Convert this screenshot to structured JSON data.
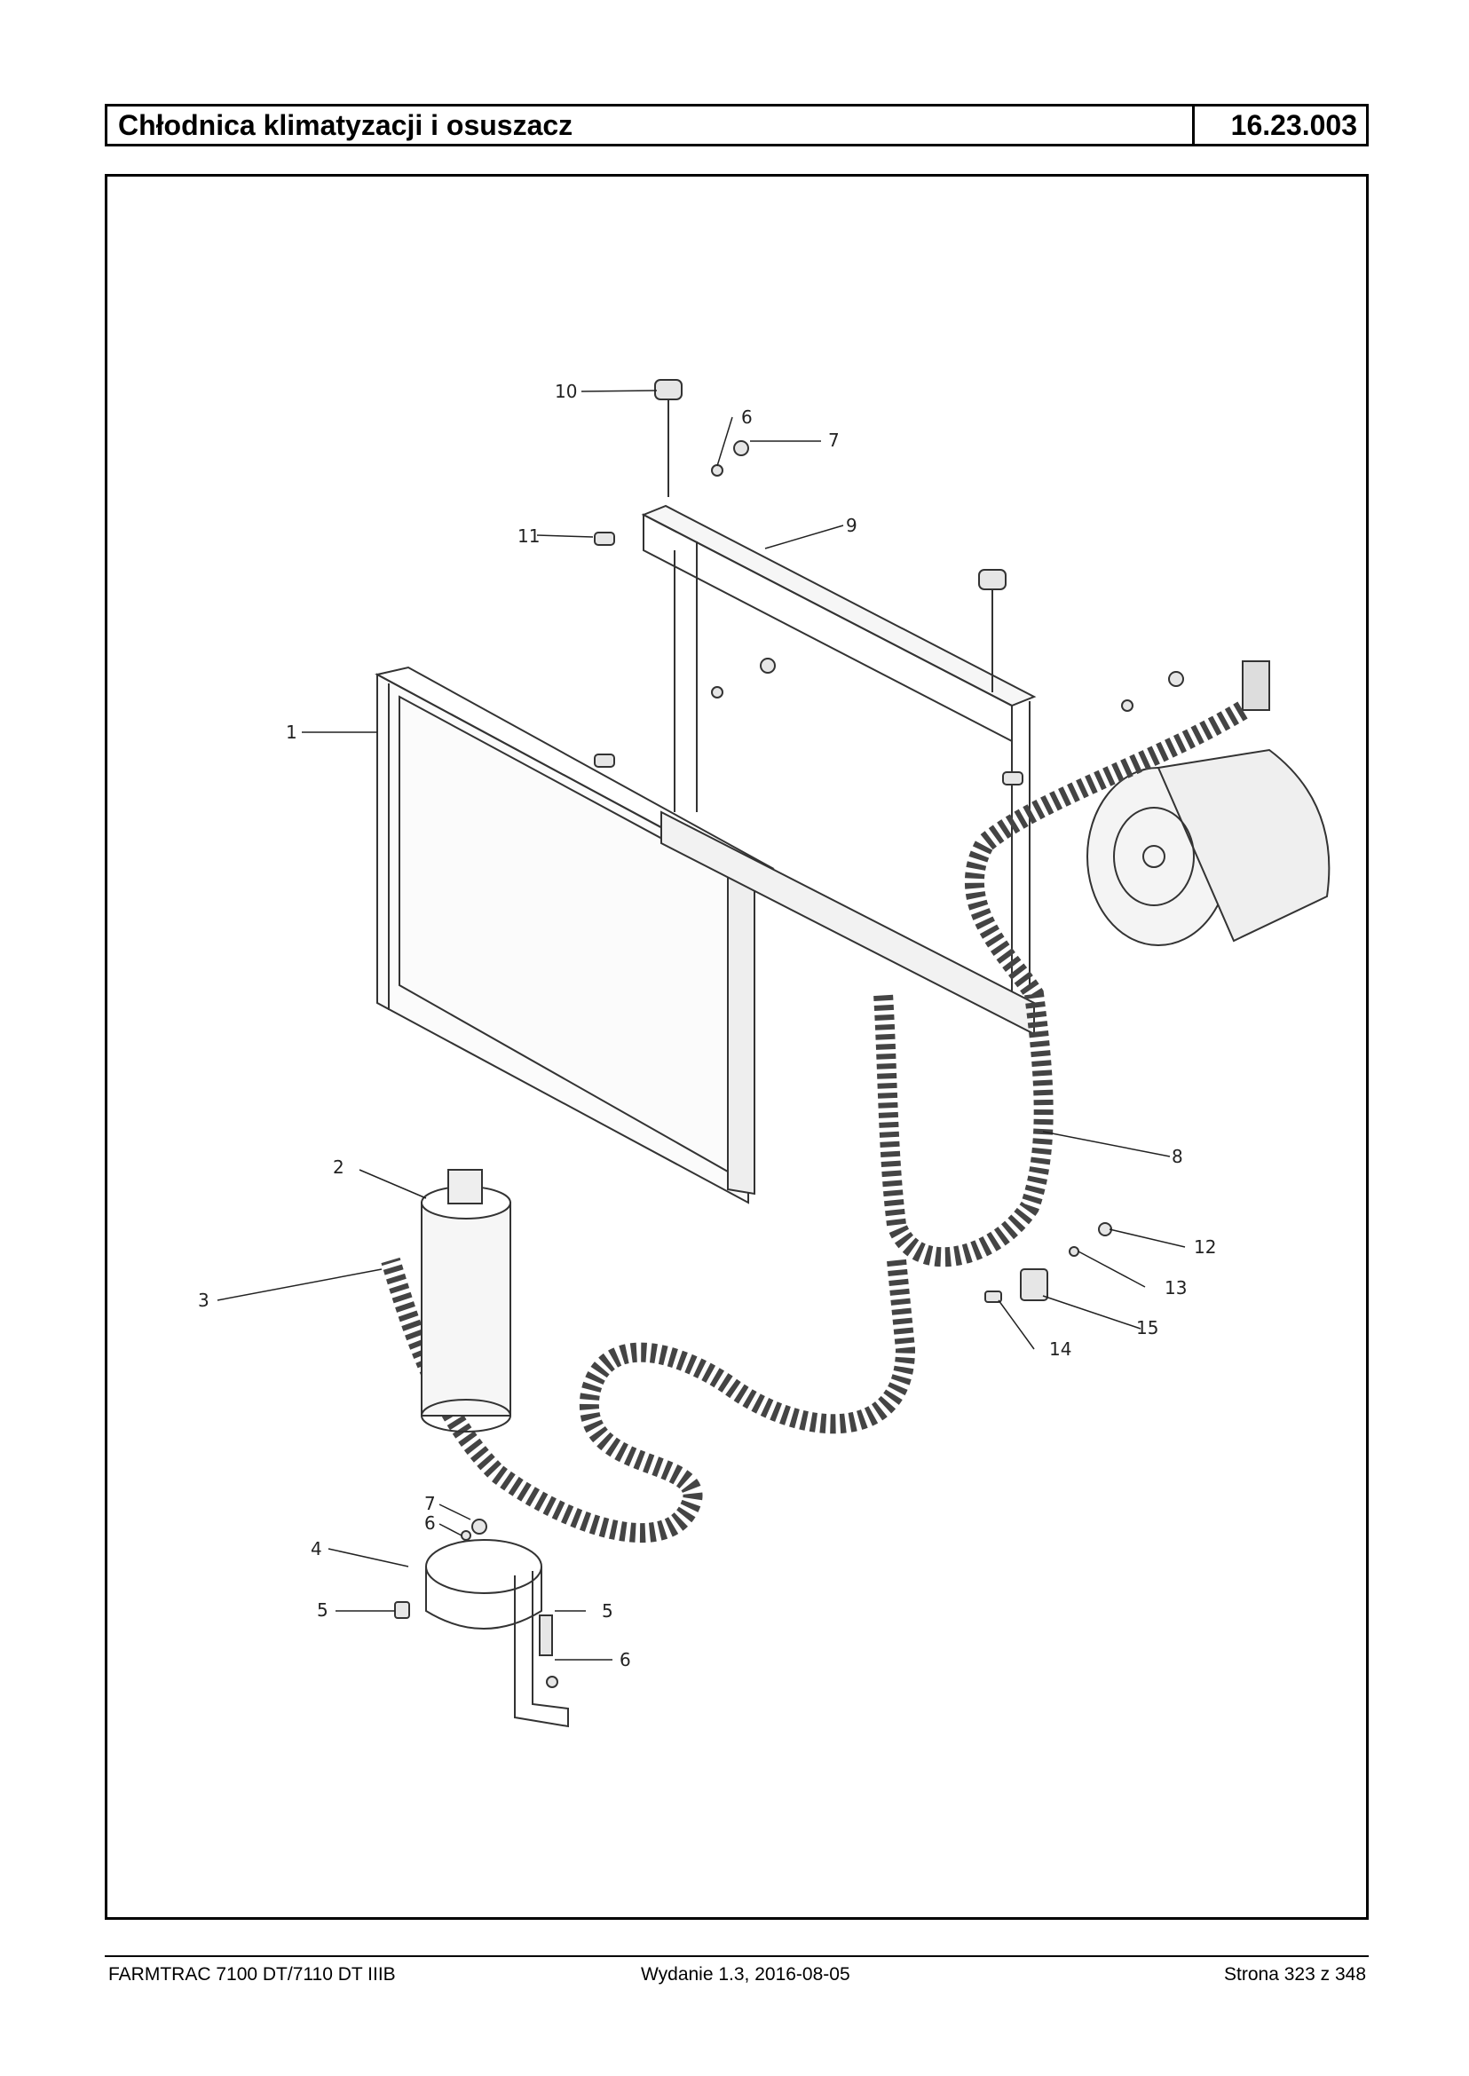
{
  "header": {
    "title": "Chłodnica klimatyzacji i osuszacz",
    "code": "16.23.003"
  },
  "callouts": [
    "1",
    "2",
    "3",
    "4",
    "5",
    "5",
    "6",
    "6",
    "6",
    "7",
    "7",
    "8",
    "9",
    "10",
    "11",
    "12",
    "13",
    "14",
    "15"
  ],
  "footer": {
    "model": "FARMTRAC 7100 DT/7110 DT IIIB",
    "edition": "Wydanie 1.3,  2016-08-05",
    "page": "Strona 323 z 348"
  }
}
